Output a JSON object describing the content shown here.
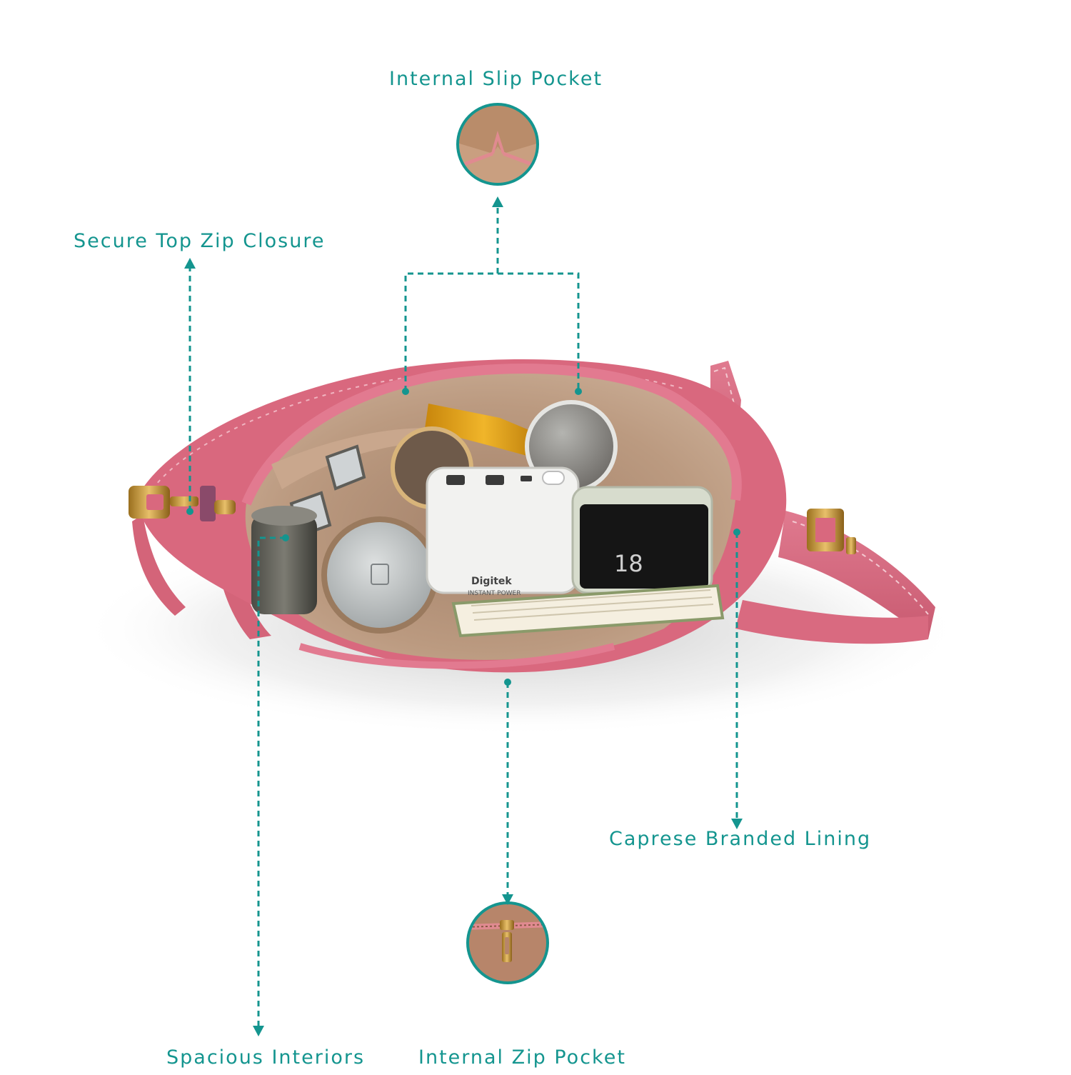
{
  "colors": {
    "accent": "#14958f",
    "bag_pink": "#d9687e",
    "lining": "#b08a70"
  },
  "callouts": {
    "internal_slip_pocket": "Internal Slip Pocket",
    "secure_top_zip_closure": "Secure Top Zip Closure",
    "caprese_branded_lining": "Caprese Branded Lining",
    "spacious_interiors": "Spacious Interiors",
    "internal_zip_pocket": "Internal Zip Pocket"
  },
  "image": {
    "power_bank_brand": "Digitek",
    "power_bank_caption": "INSTANT POWER"
  }
}
